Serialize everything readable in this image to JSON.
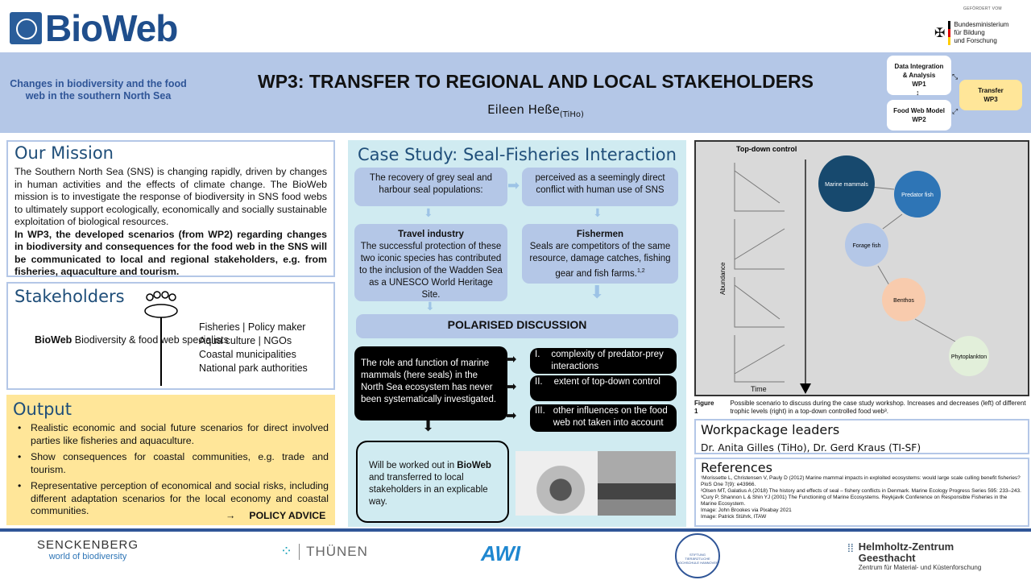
{
  "header": {
    "logo": "BioWeb",
    "funding_label": "GEFÖRDERT VOM",
    "ministry": [
      "Bundesministerium",
      "für Bildung",
      "und Forschung"
    ],
    "subtitle": "Changes in biodiversity and the food web in the southern North Sea",
    "title": "WP3: TRANSFER TO REGIONAL AND LOCAL STAKEHOLDERS",
    "author": "Eileen Heße",
    "affiliation": "(TiHo)",
    "wp": {
      "wp1": [
        "Data Integration",
        "& Analysis",
        "WP1"
      ],
      "wp2": [
        "Food Web Model",
        "WP2"
      ],
      "wp3": [
        "Transfer",
        "WP3"
      ]
    }
  },
  "mission": {
    "heading": "Our Mission",
    "text": "The Southern North Sea (SNS) is changing rapidly, driven by changes in human activities and the effects of climate change. The BioWeb mission is to investigate the response of biodiversity in SNS food webs to ultimately support ecologically, economically and socially sustainable exploitation of biological resources.",
    "bold": "In WP3, the developed scenarios (from WP2) regarding changes in biodiversity and consequences for the food web in the SNS will be communicated to local and regional stakeholders, e.g. from fisheries, aquaculture and tourism."
  },
  "stakeholders": {
    "heading": "Stakeholders",
    "left_bold": "BioWeb",
    "left_text": " Biodiversity & food web specialists",
    "right": [
      "Fisheries | Policy maker",
      "Aqua culture | NGOs",
      "Coastal municipalities",
      "National park authorities"
    ]
  },
  "output": {
    "heading": "Output",
    "items": [
      "Realistic economic and social future scenarios for direct involved parties like fisheries and aquaculture.",
      "Show consequences for coastal communities, e.g. trade and tourism.",
      "Representative perception of economical and social risks, including different adaptation scenarios for the local economy and coastal communities."
    ],
    "arrow": "→",
    "policy": "POLICY ADVICE"
  },
  "case": {
    "title": "Case Study: Seal-Fisheries Interaction",
    "recovery": "The recovery of grey seal and harbour seal populations:",
    "perceived": "perceived as a seemingly direct conflict with human use of SNS",
    "travel_h": "Travel industry",
    "travel": "The successful protection of these two iconic species has contributed to the inclusion of the Wadden Sea as a UNESCO World Heritage Site.",
    "fish_h": "Fishermen",
    "fish": "Seals are competitors of the same resource, damage catches, fishing gear and fish farms.",
    "fish_sup": "1,2",
    "polarised": "POLARISED DISCUSSION",
    "role": "The role and function of marine mammals (here seals) in the North Sea ecosystem has never been systematically investigated.",
    "points": [
      {
        "n": "I.",
        "t": "complexity of predator-prey interactions"
      },
      {
        "n": "II.",
        "t": "extent of top-down control"
      },
      {
        "n": "III.",
        "t": "other influences on the food web not taken into account"
      }
    ],
    "worked_a": "Will be worked out in ",
    "worked_b": "BioWeb",
    "worked_c": " and transferred to local stakeholders in an explicable way."
  },
  "figure": {
    "title": "Top-down control",
    "ylabel": "Abundance",
    "xlabel": "Time",
    "trends": [
      "decrease",
      "increase",
      "decrease",
      "increase"
    ],
    "nodes": [
      "Marine mammals",
      "Predator fish",
      "Forage fish",
      "Benthos",
      "Phytoplankton"
    ],
    "caption_label": "Figure 1",
    "caption": "Possible scenario to discuss during the case study workshop. Increases and decreases (left) of different trophic levels (right) in a top-down controlled food web³."
  },
  "leaders": {
    "heading": "Workpackage leaders",
    "names": "Dr. Anita Gilles (TiHo), Dr. Gerd Kraus (TI-SF)"
  },
  "references": {
    "heading": "References",
    "items": [
      "¹Morissette L, Christensen V, Pauly D (2012) Marine mammal impacts in exploited ecosystems: would large scale culling benefit fisheries? PloS One 7(9): e43966.",
      "²Olsen MT, Galatius A (2018) The history and effects of seal – fishery conflicts in Denmark. Marine Ecology Progress Series 595: 233–243.",
      "³Cury P, Shannon L & Shin YJ (2001) The Functioning of Marine Ecosystems. Reykjavik Conference on Responsible Fisheries in the Marine Ecosystem.",
      "Image: John Brookes via Pixabay 2021",
      "Image: Patrick Stührk, ITAW"
    ]
  },
  "footer": {
    "senckenberg": "SENCKENBERG",
    "senckenberg_sub": "world of biodiversity",
    "thuenen": "THÜNEN",
    "awi": "AWI",
    "tiho": "STIFTUNG TIERÄRZTLICHE HOCHSCHULE HANNOVER",
    "hzg": [
      "Helmholtz-Zentrum",
      "Geesthacht"
    ],
    "hzg_sub": "Zentrum für Material- und Küstenforschung"
  }
}
